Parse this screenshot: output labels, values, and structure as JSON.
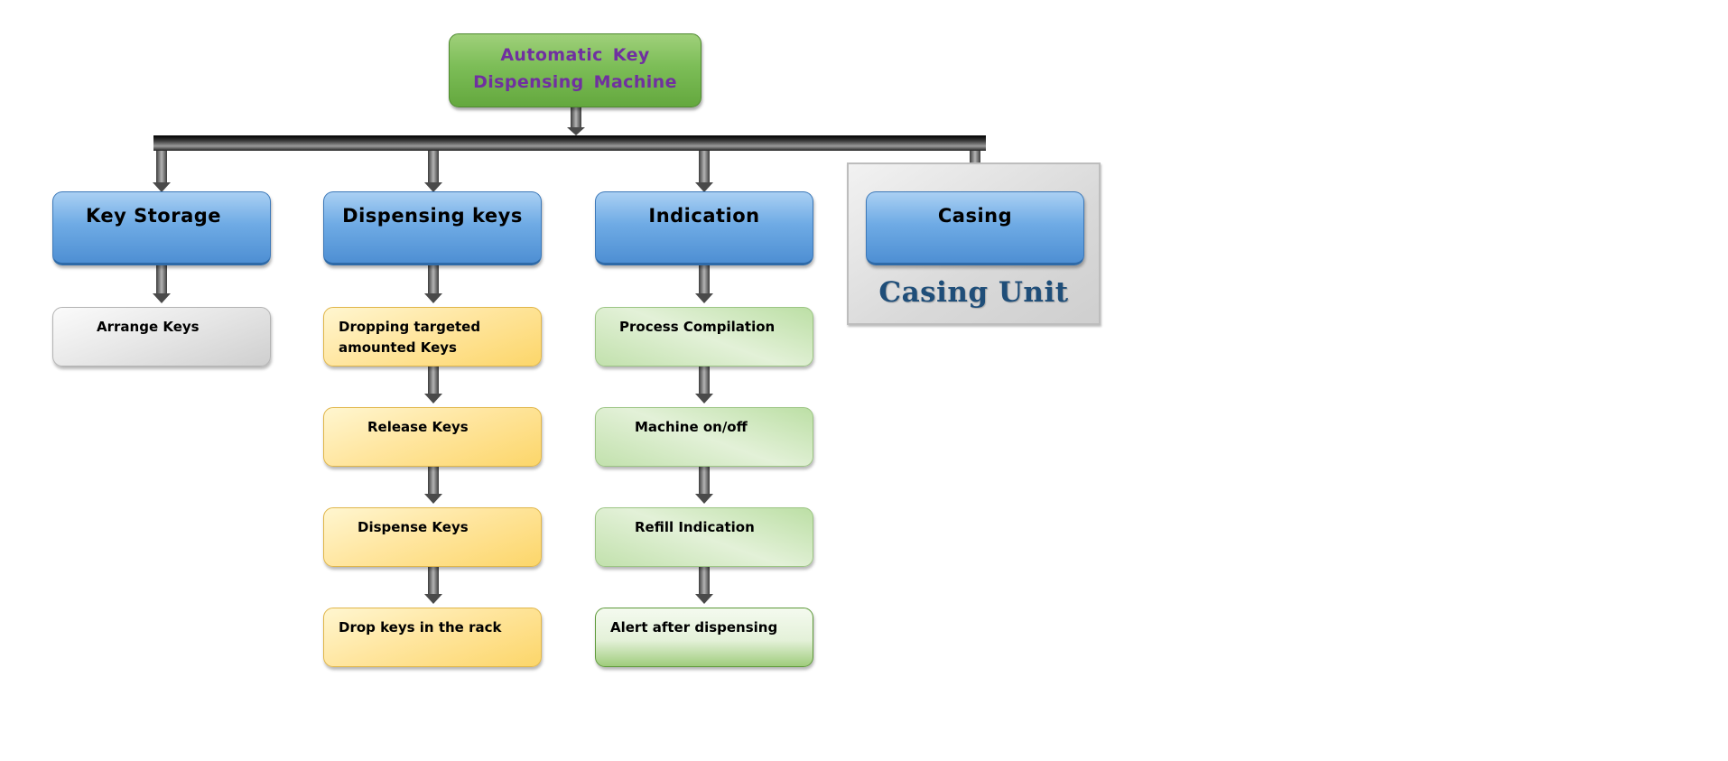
{
  "diagram": {
    "root": {
      "line1": "Automatic Key",
      "line2": "Dispensing   Machine"
    },
    "categories": [
      {
        "label": "Key Storage"
      },
      {
        "label": "Dispensing keys"
      },
      {
        "label": "Indication"
      },
      {
        "label": "Casing"
      }
    ],
    "key_storage_items": [
      {
        "label": "Arrange Keys"
      }
    ],
    "dispensing_items": [
      {
        "label": "Dropping targeted\namounted Keys"
      },
      {
        "label": "Release Keys"
      },
      {
        "label": "Dispense Keys"
      },
      {
        "label": "Drop keys in the rack"
      }
    ],
    "indication_items": [
      {
        "label": "Process Compilation"
      },
      {
        "label": "Machine on/off"
      },
      {
        "label": "Refill Indication"
      },
      {
        "label": "Alert after dispensing"
      }
    ],
    "casing_unit": {
      "label": "Casing Unit"
    }
  },
  "colors": {
    "root_fill": "#7cbd57",
    "root_text": "#7030a0",
    "category_fill": "#6fabe5",
    "yellow_fill": "#ffe6a0",
    "green_fill": "#d6ebc6",
    "gray_fill": "#e6e6e6",
    "casing_text": "#1f4e79",
    "connector": "#555555"
  }
}
